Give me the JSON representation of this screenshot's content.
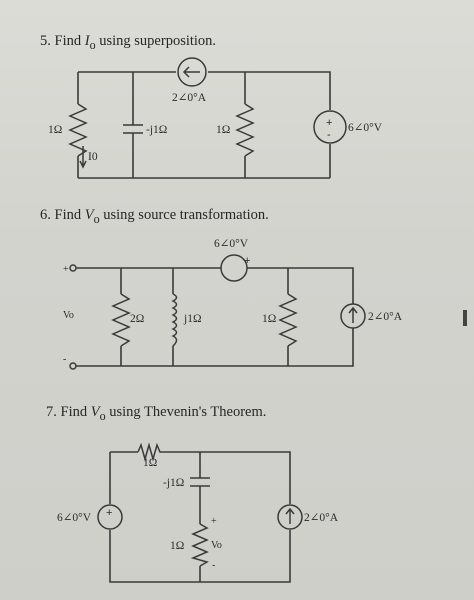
{
  "problems": [
    {
      "number": "5.",
      "prefix": "Find",
      "var": "I",
      "sub": "o",
      "suffix": "using superposition."
    },
    {
      "number": "6.",
      "prefix": "Find",
      "var": "V",
      "sub": "o",
      "suffix": "using source transformation."
    },
    {
      "number": "7.",
      "prefix": "Find",
      "var": "V",
      "sub": "o",
      "suffix": "using Thevenin's Theorem."
    }
  ],
  "circuit5": {
    "current_source": "2∠0°A",
    "resistor_left": "1Ω",
    "capacitor": "-j1Ω",
    "resistor_right": "1Ω",
    "voltage_source": "6∠0°V",
    "current_label": "I0"
  },
  "circuit6": {
    "voltage_source": "6∠0°V",
    "output_label": "Vo",
    "resistor_2": "2Ω",
    "inductor": "j1Ω",
    "resistor_1": "1Ω",
    "current_source": "2∠0°A",
    "terminal_plus": "+",
    "terminal_minus": "-"
  },
  "circuit7": {
    "resistor_top": "1Ω",
    "capacitor": "-j1Ω",
    "voltage_source": "6∠0°V",
    "resistor_bottom": "1Ω",
    "output_label": "Vo",
    "current_source": "2∠0°A",
    "plus": "+",
    "minus": "-"
  }
}
